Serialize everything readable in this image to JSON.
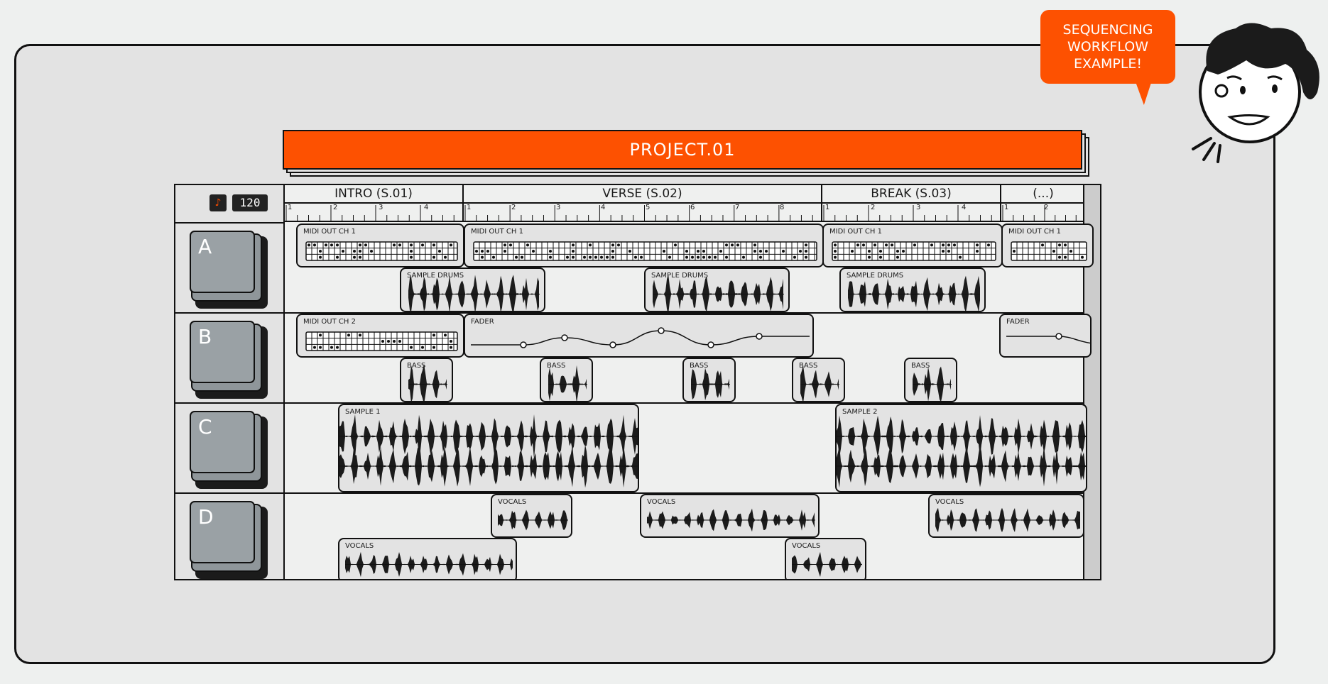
{
  "callout": {
    "line1": "SEQUENCING",
    "line2": "WORKFLOW",
    "line3": "EXAMPLE!"
  },
  "project": {
    "title": "PROJECT.01"
  },
  "transport": {
    "metronome_icon": "metronome-icon",
    "tempo": "120"
  },
  "sections": [
    {
      "name": "INTRO (S.01)",
      "bars": [
        "1",
        "2",
        "3",
        "4"
      ]
    },
    {
      "name": "VERSE (S.02)",
      "bars": [
        "1",
        "2",
        "3",
        "4",
        "5",
        "6",
        "7",
        "8"
      ]
    },
    {
      "name": "BREAK (S.03)",
      "bars": [
        "1",
        "2",
        "3",
        "4"
      ]
    },
    {
      "name": "(...)",
      "bars": [
        "1",
        "2"
      ]
    }
  ],
  "tracks": [
    {
      "id": "A",
      "clips": [
        {
          "label": "MIDI OUT CH 1",
          "kind": "midi",
          "lane": 0
        },
        {
          "label": "MIDI OUT CH 1",
          "kind": "midi",
          "lane": 0
        },
        {
          "label": "MIDI OUT CH 1",
          "kind": "midi",
          "lane": 0
        },
        {
          "label": "MIDI OUT CH 1",
          "kind": "midi",
          "lane": 0
        },
        {
          "label": "SAMPLE DRUMS",
          "kind": "audio",
          "lane": 1
        },
        {
          "label": "SAMPLE DRUMS",
          "kind": "audio",
          "lane": 1
        },
        {
          "label": "SAMPLE DRUMS",
          "kind": "audio",
          "lane": 1
        }
      ]
    },
    {
      "id": "B",
      "clips": [
        {
          "label": "MIDI OUT CH 2",
          "kind": "midi",
          "lane": 0
        },
        {
          "label": "FADER",
          "kind": "automation",
          "lane": 0
        },
        {
          "label": "FADER",
          "kind": "automation",
          "lane": 0
        },
        {
          "label": "BASS",
          "kind": "audio",
          "lane": 1
        },
        {
          "label": "BASS",
          "kind": "audio",
          "lane": 1
        },
        {
          "label": "BASS",
          "kind": "audio",
          "lane": 1
        },
        {
          "label": "BASS",
          "kind": "audio",
          "lane": 1
        },
        {
          "label": "BASS",
          "kind": "audio",
          "lane": 1
        }
      ]
    },
    {
      "id": "C",
      "clips": [
        {
          "label": "SAMPLE 1",
          "kind": "stereo",
          "lane": 0
        },
        {
          "label": "SAMPLE 2",
          "kind": "stereo",
          "lane": 0
        }
      ]
    },
    {
      "id": "D",
      "clips": [
        {
          "label": "VOCALS",
          "kind": "audio",
          "lane": 0
        },
        {
          "label": "VOCALS",
          "kind": "audio",
          "lane": 0
        },
        {
          "label": "VOCALS",
          "kind": "audio",
          "lane": 0
        },
        {
          "label": "VOCALS",
          "kind": "audio",
          "lane": 1
        },
        {
          "label": "VOCALS",
          "kind": "audio",
          "lane": 1
        }
      ]
    }
  ],
  "colors": {
    "accent": "#fd5101",
    "panel": "#e3e3e3",
    "key": "#9aa1a5"
  }
}
